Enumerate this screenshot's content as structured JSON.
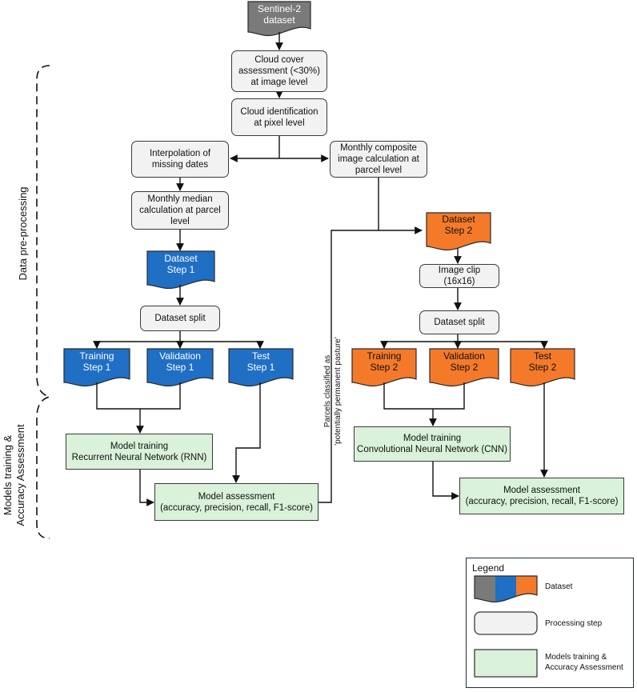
{
  "nodes": {
    "sentinel": "Sentinel-2\ndataset",
    "cloud_cover": "Cloud cover\nassessment (<30%)\nat image level",
    "cloud_id": "Cloud identification\nat pixel level",
    "interp": "Interpolation of\nmissing dates",
    "monthly_composite": "Monthly composite\nimage calculation at\nparcel level",
    "monthly_median": "Monthly median\ncalculation at parcel\nlevel",
    "dataset_step1": "Dataset\nStep 1",
    "dataset_step2": "Dataset\nStep 2",
    "image_clip": "Image clip\n(16x16)",
    "split1": "Dataset split",
    "split2": "Dataset split",
    "train1": "Training\nStep 1",
    "valid1": "Validation\nStep 1",
    "test1": "Test\nStep 1",
    "train2": "Training\nStep 2",
    "valid2": "Validation\nStep 2",
    "test2": "Test\nStep 2",
    "rnn": "Model training\nRecurrent Neural Network (RNN)",
    "cnn": "Model training\nConvolutional Neural Network (CNN)",
    "assess1": "Model assessment\n(accuracy, precision, recall, F1-score)",
    "assess2": "Model assessment\n(accuracy, precision, recall, F1-score)"
  },
  "edge_label": "Parcels classified as\n'potentially permanent pasture'",
  "sections": {
    "preprocessing": "Data pre-processing",
    "training": "Models training &\nAccuracy Assessment"
  },
  "legend": {
    "title": "Legend",
    "dataset": "Dataset",
    "processing": "Processing step",
    "training": "Models training &\nAccuracy Assessment"
  },
  "colors": {
    "gray": "#7a7a7a",
    "blue": "#1f6fc5",
    "orange": "#f47a2a",
    "process_fill": "#f2f2f2",
    "train_fill": "#d9f2d9"
  }
}
